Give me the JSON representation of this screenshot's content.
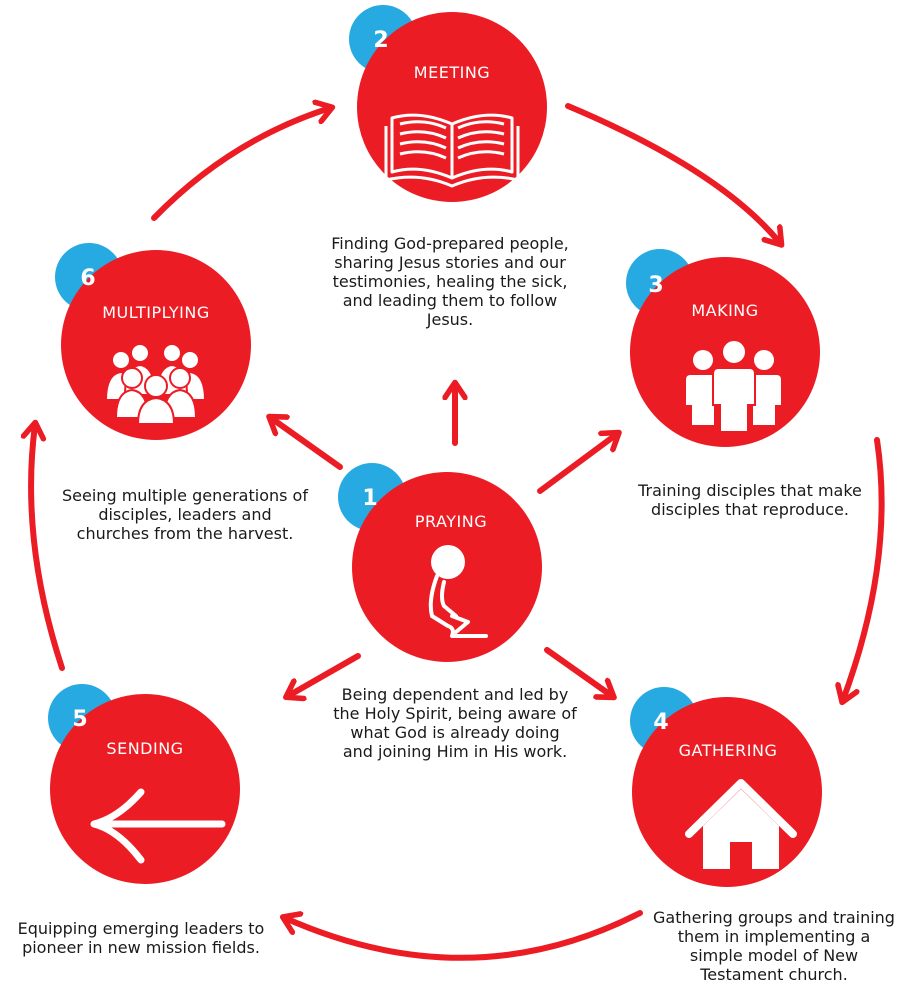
{
  "colors": {
    "circle": "#ec1c24",
    "badge": "#27aae1",
    "arrow": "#ec1c24",
    "text": "#1a1a1a",
    "icon": "#ffffff"
  },
  "nodes": [
    {
      "id": "praying",
      "number": "1",
      "title": "PRAYING",
      "icon": "kneeling-person-icon",
      "description": [
        "Being dependent and led by",
        "the Holy Spirit, being aware of",
        "what God is already doing",
        "and joining Him in His work."
      ]
    },
    {
      "id": "meeting",
      "number": "2",
      "title": "MEETING",
      "icon": "open-book-icon",
      "description": [
        "Finding God-prepared people,",
        "sharing Jesus stories and our",
        "testimonies, healing the sick,",
        "and leading them to follow",
        "Jesus."
      ]
    },
    {
      "id": "making",
      "number": "3",
      "title": "MAKING",
      "icon": "people-group-icon",
      "description": [
        "Training disciples that make",
        "disciples that reproduce."
      ]
    },
    {
      "id": "gathering",
      "number": "4",
      "title": "GATHERING",
      "icon": "house-icon",
      "description": [
        "Gathering groups and training",
        "them in implementing a",
        "simple model of New",
        "Testament church."
      ]
    },
    {
      "id": "sending",
      "number": "5",
      "title": "SENDING",
      "icon": "left-arrow-icon",
      "description": [
        "Equipping emerging leaders to",
        "pioneer in new mission fields."
      ]
    },
    {
      "id": "multiplying",
      "number": "6",
      "title": "MULTIPLYING",
      "icon": "crowd-icon",
      "description": [
        "Seeing multiple generations of",
        "disciples, leaders and",
        "churches from the harvest."
      ]
    }
  ]
}
